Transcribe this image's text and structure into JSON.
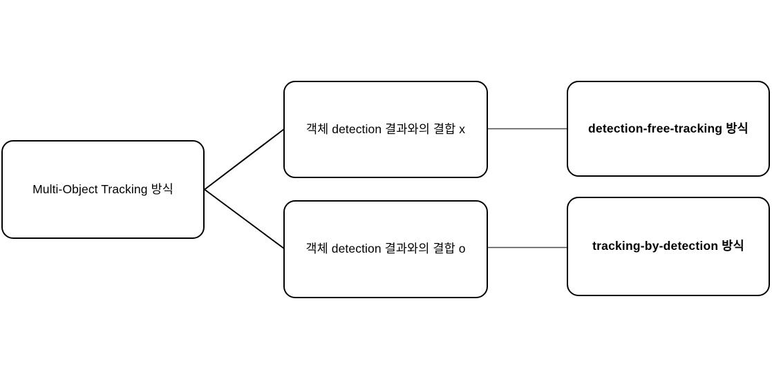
{
  "diagram": {
    "type": "tree-branch-diagram",
    "background_color": "#ffffff",
    "line_color": "#000000",
    "text_color": "#000000",
    "nodes": [
      {
        "id": "root",
        "label": "Multi-Object Tracking 방식",
        "bold": false,
        "column": "left"
      },
      {
        "id": "detection-x",
        "label": "객체 detection 결과와의 결합 x",
        "bold": false,
        "column": "middle"
      },
      {
        "id": "detection-o",
        "label": "객체 detection 결과와의 결합 o",
        "bold": false,
        "column": "middle"
      },
      {
        "id": "detection-free-tracking",
        "label": "detection-free-tracking 방식",
        "bold": true,
        "column": "right"
      },
      {
        "id": "tracking-by-detection",
        "label": "tracking-by-detection 방식",
        "bold": true,
        "column": "right"
      }
    ],
    "edges": [
      {
        "id": "root-to-detection-x",
        "from": "root",
        "to": "detection-x",
        "style": "diagonal"
      },
      {
        "id": "root-to-detection-o",
        "from": "root",
        "to": "detection-o",
        "style": "diagonal"
      },
      {
        "id": "detection-x-to-detection-free-tracking",
        "from": "detection-x",
        "to": "detection-free-tracking",
        "style": "horizontal"
      },
      {
        "id": "detection-o-to-tracking-by-detection",
        "from": "detection-o",
        "to": "tracking-by-detection",
        "style": "horizontal"
      }
    ]
  }
}
